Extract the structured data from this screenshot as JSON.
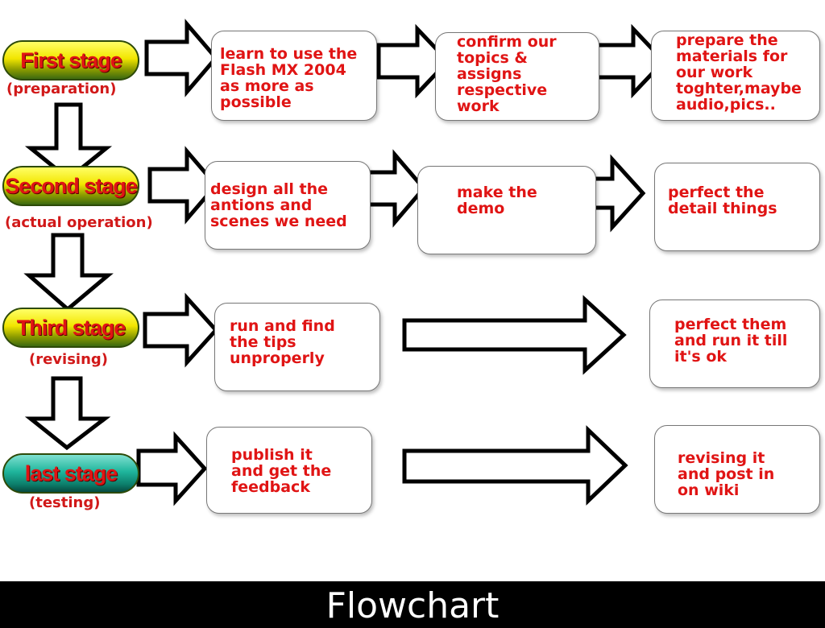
{
  "footer": {
    "title": "Flowchart"
  },
  "stages": [
    {
      "label": "First stage",
      "sub": "(preparation)"
    },
    {
      "label": "Second stage",
      "sub": "(actual operation)"
    },
    {
      "label": "Third stage",
      "sub": "(revising)"
    },
    {
      "label": "last stage",
      "sub": "(testing)"
    }
  ],
  "steps": {
    "s1a": "learn to use the\nFlash MX 2004\nas more as\npossible",
    "s1b": "confirm our\ntopics &\nassigns\nrespective\nwork",
    "s1c": "prepare the\nmaterials for\nour work\ntoghter,maybe\naudio,pics..",
    "s2a": "design all the\nantions and\nscenes we need",
    "s2b": "make the\ndemo",
    "s2c": "perfect the\ndetail things",
    "s3a": "run and find\nthe tips\nunproperly",
    "s3b": "perfect them\nand run it till\nit's ok",
    "s4a": "publish it\nand get the\nfeedback",
    "s4b": "revising it\nand post in\non wiki"
  },
  "colors": {
    "text_red": "#e01414",
    "stage_yellow": "#f2e600",
    "stage_teal": "#1fb59c",
    "footer_bg": "#000000"
  }
}
